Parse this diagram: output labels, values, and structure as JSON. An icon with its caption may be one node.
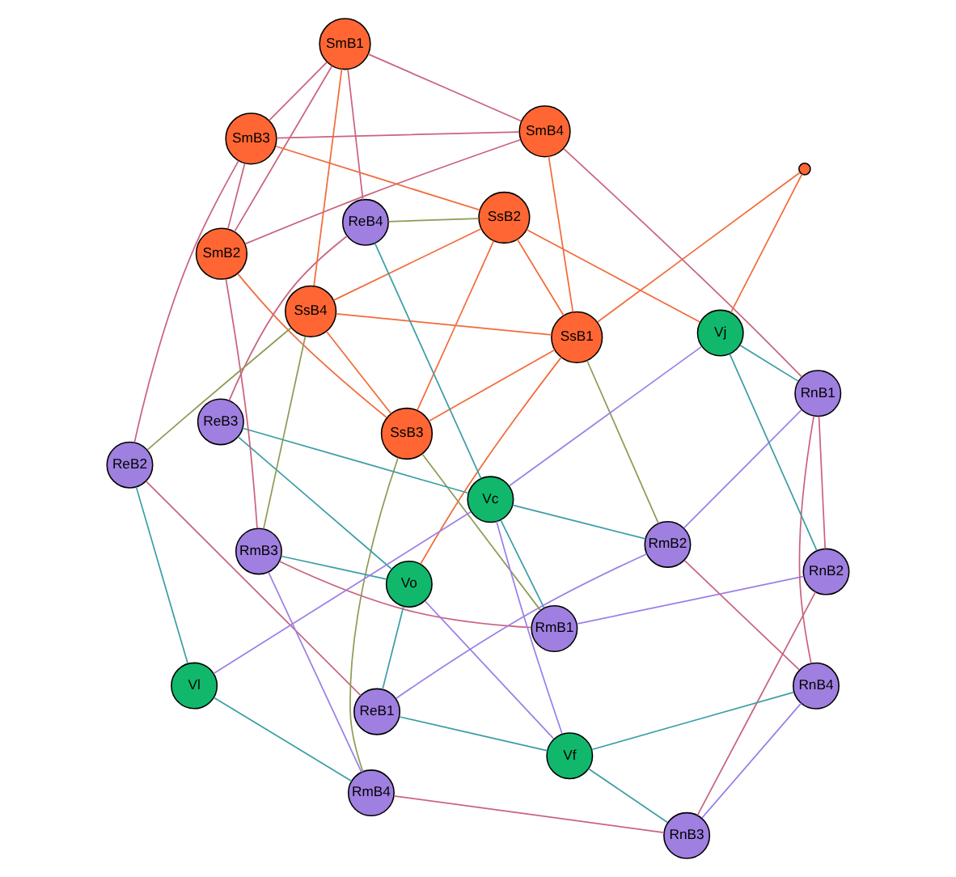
{
  "diagram": {
    "nodes": [
      {
        "text": [
          "SsB1"
        ]
      },
      {
        "text": [
          "SmB1"
        ]
      },
      {
        "text": [
          "RmB1"
        ]
      },
      {
        "text": [
          "ReB1"
        ]
      },
      {
        "text": [
          "RnB1"
        ]
      },
      {
        "text": [
          "SsB3"
        ]
      },
      {
        "text": [
          "SmB3"
        ]
      },
      {
        "text": [
          "RnB3"
        ]
      },
      {
        "text": [
          "ReB3"
        ]
      },
      {
        "text": [
          "RmB3"
        ]
      },
      {
        "text": [
          "Vl"
        ]
      },
      {
        "text": [
          "Vc"
        ]
      },
      {
        "text": [
          "Vf"
        ]
      },
      {
        "text": [
          "Vj"
        ]
      },
      {
        "text": [
          "Vo"
        ]
      },
      {
        "text": [
          "RmB2"
        ]
      },
      {
        "text": [
          "RnB2"
        ]
      },
      {
        "text": [
          "SmB2"
        ]
      },
      {
        "text": [
          "ReB2"
        ]
      },
      {
        "text": [
          "SsB2"
        ]
      },
      {
        "text": [
          "RnB4"
        ]
      },
      {
        "text": [
          "RmB4"
        ]
      },
      {
        "text": [
          "ReB4"
        ]
      },
      {
        "text": [
          "SmB4"
        ]
      },
      {
        "text": [
          "SsB4"
        ]
      },
      {
        "text": [],
        "shape": "circle"
      }
    ],
    "edges": [
      {
        "from": 0,
        "to": 19,
        "arrow": "none",
        "color": "#f26b3a"
      },
      {
        "from": 0,
        "to": 24,
        "arrow": "none",
        "color": "#f26b3a"
      },
      {
        "from": 0,
        "to": 5,
        "arrow": "none",
        "color": "#f26b3a"
      },
      {
        "from": 5,
        "to": 24,
        "arrow": "none",
        "color": "#f26b3a"
      },
      {
        "from": 5,
        "to": 19,
        "arrow": "none",
        "color": "#f26b3a"
      },
      {
        "from": 19,
        "to": 24,
        "arrow": "none",
        "color": "#f26b3a"
      },
      {
        "from": 0,
        "to": 23,
        "arrow": "none",
        "color": "#f26b3a"
      },
      {
        "from": 5,
        "to": 17,
        "arrow": "none",
        "color": "#f26b3a"
      },
      {
        "from": 19,
        "to": 6,
        "arrow": "none",
        "color": "#f26b3a"
      },
      {
        "from": 24,
        "to": 1,
        "arrow": "none",
        "color": "#f26b3a"
      },
      {
        "from": 0,
        "to": 14,
        "arrow": "none",
        "color": "#f26b3a"
      },
      {
        "from": 19,
        "to": 13,
        "arrow": "none",
        "color": "#f26b3a"
      },
      {
        "from": 1,
        "to": 17,
        "arrow": "none",
        "color": "#c9647e"
      },
      {
        "from": 1,
        "to": 23,
        "arrow": "none",
        "color": "#c9647e"
      },
      {
        "from": 6,
        "to": 17,
        "arrow": "none",
        "color": "#c9647e"
      },
      {
        "from": 6,
        "to": 23,
        "arrow": "none",
        "color": "#c9647e"
      },
      {
        "from": 1,
        "to": 6,
        "arrow": "none",
        "color": "#c9647e"
      },
      {
        "from": 17,
        "to": 23,
        "arrow": "none",
        "color": "#c9647e"
      },
      {
        "from": 1,
        "to": 22,
        "arrow": "none",
        "color": "#c9647e"
      },
      {
        "from": 6,
        "to": 18,
        "arrow": "none",
        "color": "#c9647e"
      },
      {
        "from": 17,
        "to": 9,
        "arrow": "none",
        "color": "#c9647e"
      },
      {
        "from": 23,
        "to": 4,
        "arrow": "none",
        "color": "#c9647e"
      },
      {
        "from": 2,
        "to": 9,
        "arrow": "none",
        "color": "#c9647e"
      },
      {
        "from": 4,
        "to": 16,
        "arrow": "none",
        "color": "#c9647e"
      },
      {
        "from": 3,
        "to": 18,
        "arrow": "none",
        "color": "#c9647e"
      },
      {
        "from": 15,
        "to": 20,
        "arrow": "none",
        "color": "#c9647e"
      },
      {
        "from": 7,
        "to": 21,
        "arrow": "none",
        "color": "#c9647e"
      },
      {
        "from": 8,
        "to": 22,
        "arrow": "none",
        "color": "#c9647e"
      },
      {
        "from": 4,
        "to": 20,
        "arrow": "none",
        "color": "#c9647e"
      },
      {
        "from": 16,
        "to": 7,
        "arrow": "none",
        "color": "#c9647e"
      },
      {
        "from": 5,
        "to": 21,
        "arrow": "none",
        "color": "#8f9a55"
      },
      {
        "from": 24,
        "to": 9,
        "arrow": "none",
        "color": "#8f9a55"
      },
      {
        "from": 19,
        "to": 22,
        "arrow": "none",
        "color": "#8f9a55"
      },
      {
        "from": 0,
        "to": 15,
        "arrow": "none",
        "color": "#8f9a55"
      },
      {
        "from": 5,
        "to": 2,
        "arrow": "none",
        "color": "#8f9a55"
      },
      {
        "from": 24,
        "to": 18,
        "arrow": "none",
        "color": "#8f9a55"
      },
      {
        "from": 2,
        "to": 11,
        "arrow": "none",
        "color": "#3c9ea6"
      },
      {
        "from": 3,
        "to": 12,
        "arrow": "none",
        "color": "#3c9ea6"
      },
      {
        "from": 4,
        "to": 13,
        "arrow": "none",
        "color": "#3c9ea6"
      },
      {
        "from": 7,
        "to": 12,
        "arrow": "none",
        "color": "#3c9ea6"
      },
      {
        "from": 8,
        "to": 11,
        "arrow": "none",
        "color": "#3c9ea6"
      },
      {
        "from": 9,
        "to": 14,
        "arrow": "none",
        "color": "#3c9ea6"
      },
      {
        "from": 15,
        "to": 11,
        "arrow": "none",
        "color": "#3c9ea6"
      },
      {
        "from": 16,
        "to": 13,
        "arrow": "none",
        "color": "#3c9ea6"
      },
      {
        "from": 18,
        "to": 10,
        "arrow": "none",
        "color": "#3c9ea6"
      },
      {
        "from": 20,
        "to": 12,
        "arrow": "none",
        "color": "#3c9ea6"
      },
      {
        "from": 21,
        "to": 10,
        "arrow": "none",
        "color": "#3c9ea6"
      },
      {
        "from": 22,
        "to": 11,
        "arrow": "none",
        "color": "#3c9ea6"
      },
      {
        "from": 3,
        "to": 14,
        "arrow": "none",
        "color": "#3c9ea6"
      },
      {
        "from": 8,
        "to": 14,
        "arrow": "none",
        "color": "#3c9ea6"
      },
      {
        "from": 2,
        "to": 16,
        "arrow": "none",
        "color": "#9c7fe8"
      },
      {
        "from": 3,
        "to": 15,
        "arrow": "none",
        "color": "#9c7fe8"
      },
      {
        "from": 7,
        "to": 20,
        "arrow": "none",
        "color": "#9c7fe8"
      },
      {
        "from": 9,
        "to": 21,
        "arrow": "none",
        "color": "#9c7fe8"
      },
      {
        "from": 4,
        "to": 15,
        "arrow": "none",
        "color": "#9c7fe8"
      },
      {
        "from": 10,
        "to": 11,
        "arrow": "none",
        "color": "#9c7fe8"
      },
      {
        "from": 11,
        "to": 12,
        "arrow": "none",
        "color": "#9c7fe8"
      },
      {
        "from": 11,
        "to": 13,
        "arrow": "none",
        "color": "#9c7fe8"
      },
      {
        "from": 12,
        "to": 14,
        "arrow": "none",
        "color": "#9c7fe8"
      },
      {
        "from": 25,
        "to": 0,
        "arrow": "none",
        "color": "#f26b3a"
      },
      {
        "from": 25,
        "to": 13,
        "arrow": "none",
        "color": "#f26b3a"
      }
    ]
  }
}
